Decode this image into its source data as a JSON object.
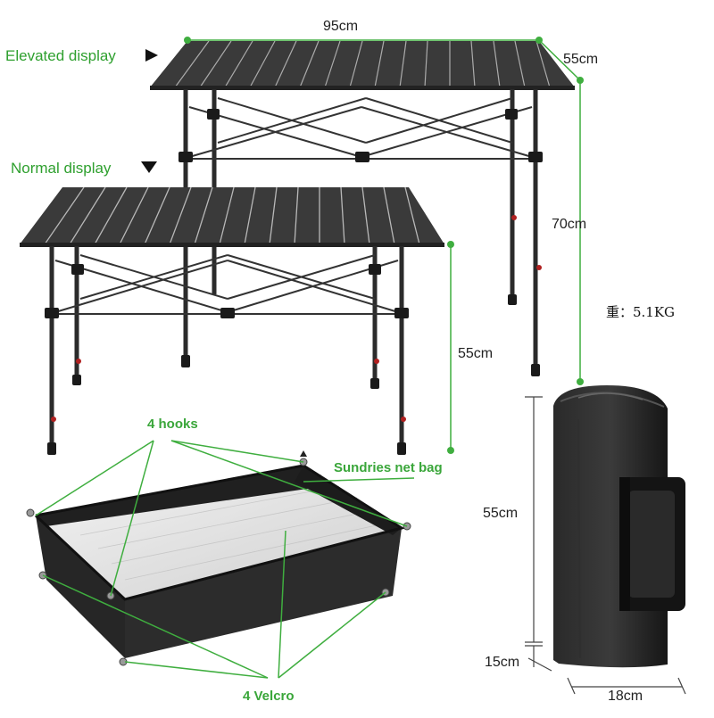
{
  "labels": {
    "elevated_display": "Elevated display",
    "normal_display": "Normal display",
    "width_top": "95cm",
    "depth_top": "55cm",
    "height_elevated": "70cm",
    "height_normal": "55cm",
    "weight": "重：5.1KG",
    "hooks": "4 hooks",
    "sundries": "Sundries net bag",
    "velcro": "4 Velcro",
    "bag_height": "55cm",
    "bag_base": "15cm",
    "bag_width": "18cm"
  },
  "colors": {
    "accent_green": "#2fa02f",
    "table_metal": "#3a3a3a",
    "bag_black": "#1e1e1e"
  },
  "icons": {
    "elevated_arrow": "triangle-right-icon",
    "normal_arrow": "triangle-down-icon"
  }
}
